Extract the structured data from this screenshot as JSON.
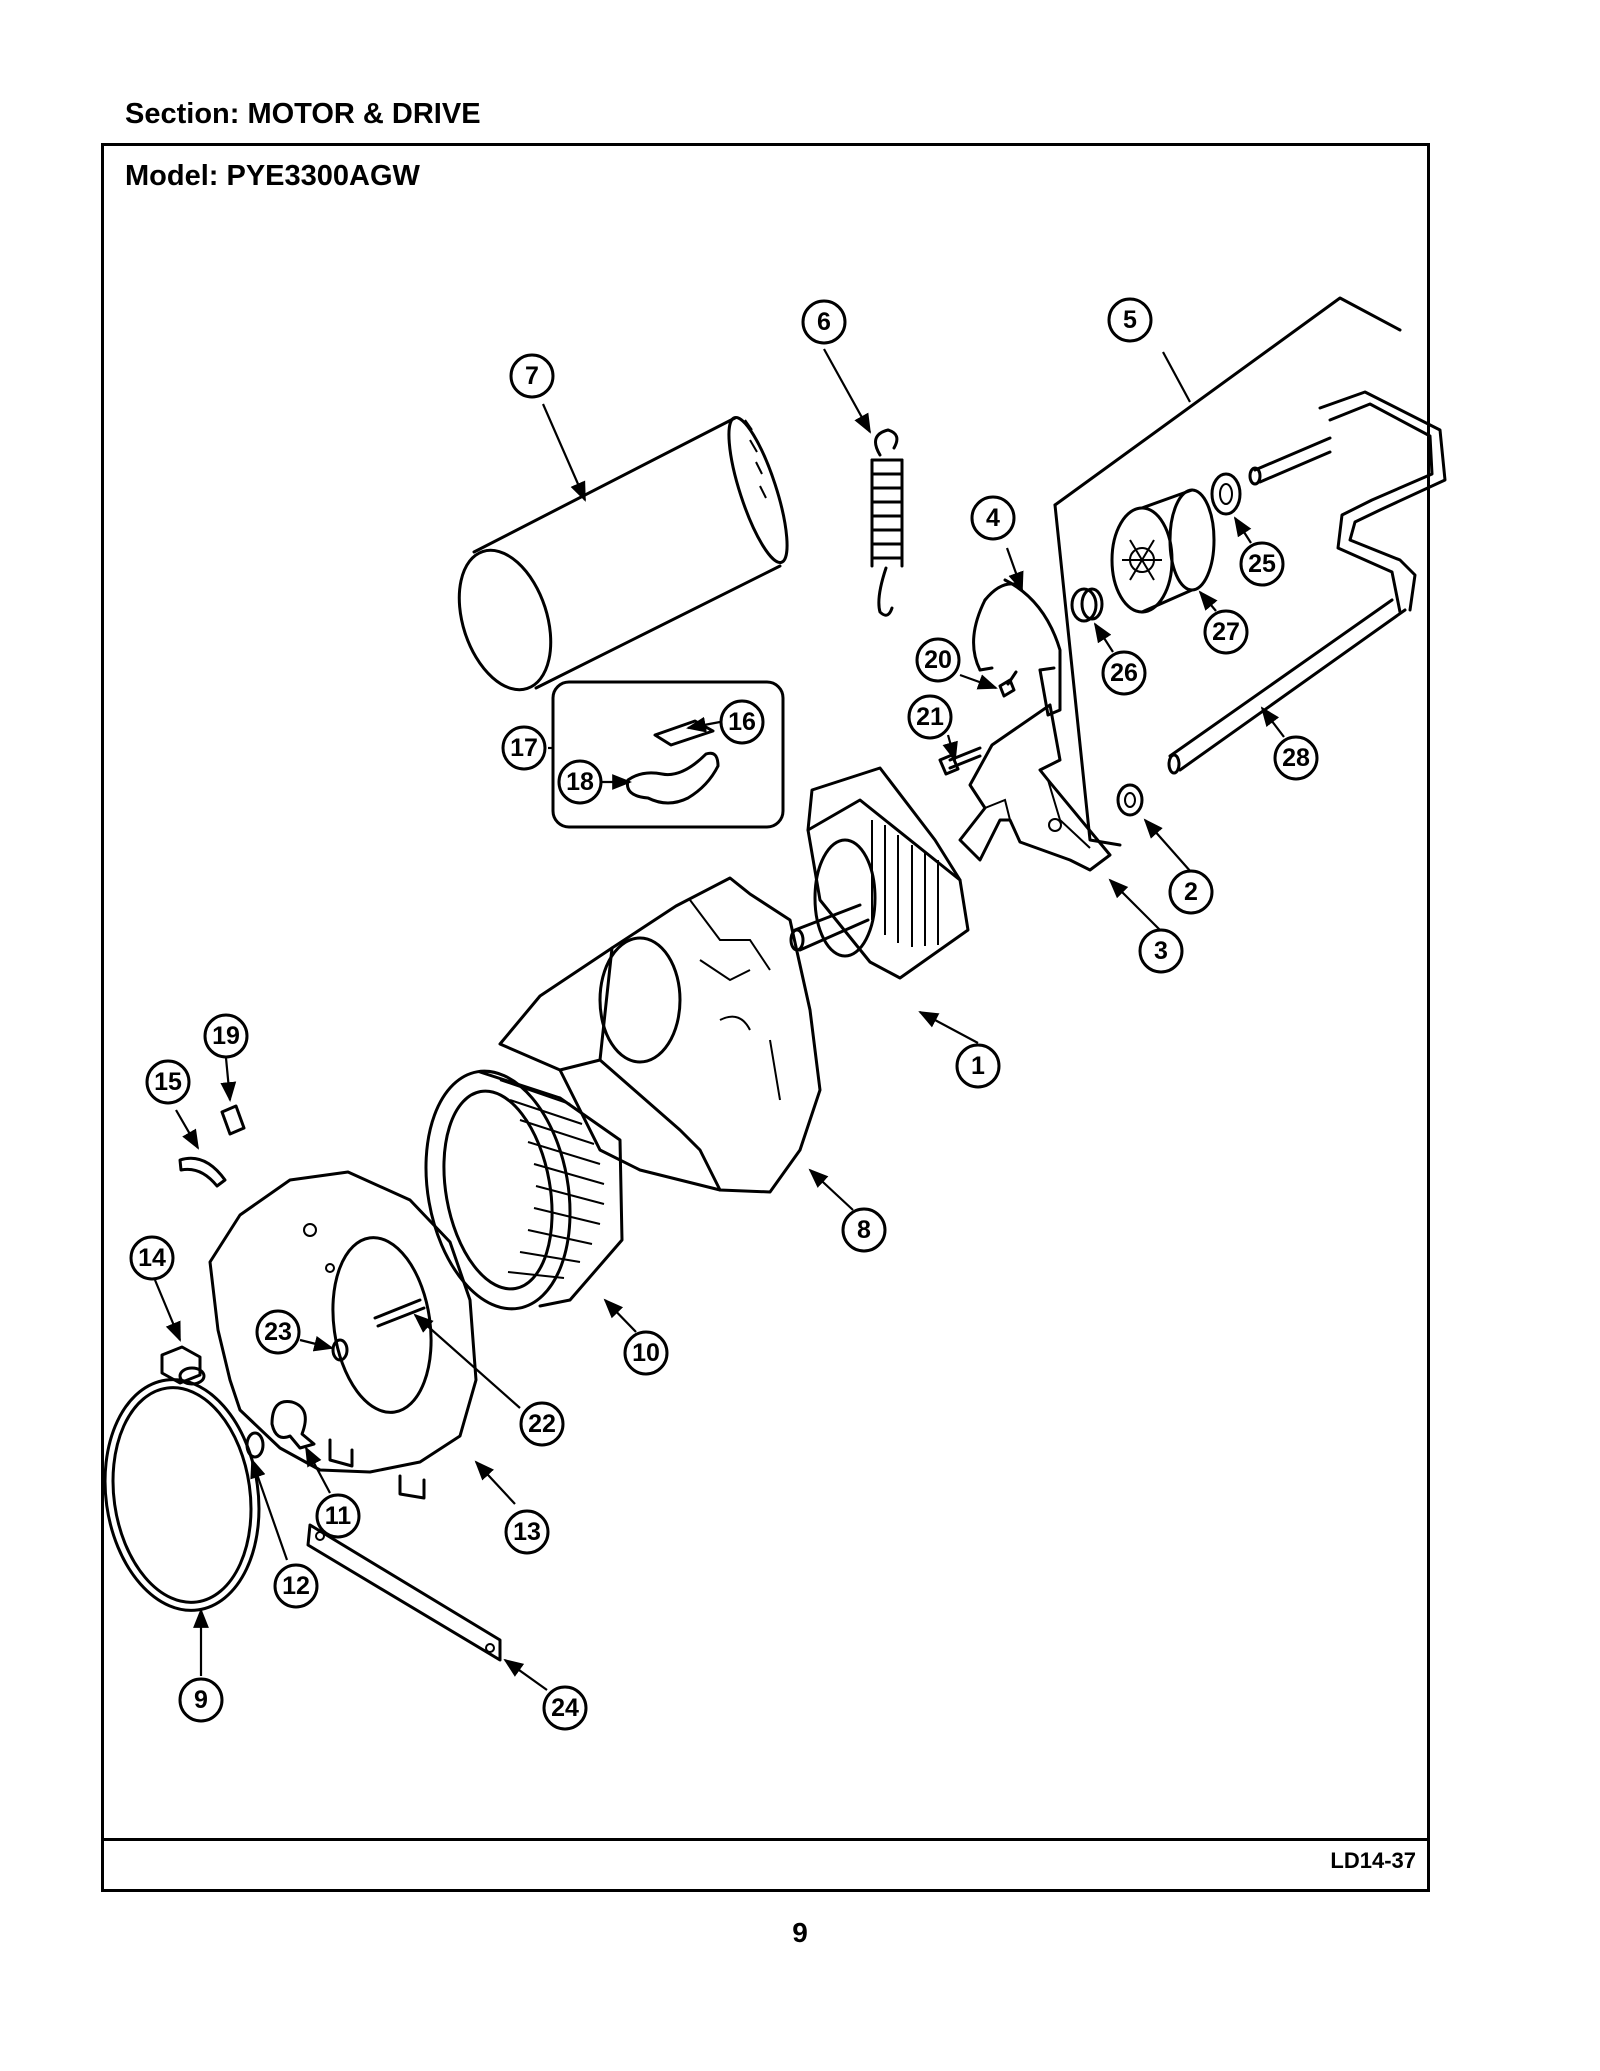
{
  "header": {
    "section": "Section:  MOTOR & DRIVE",
    "model": "Model:  PYE3300AGW"
  },
  "footer": {
    "code": "LD14-37",
    "page": "9"
  },
  "callouts": [
    "1",
    "2",
    "3",
    "4",
    "5",
    "6",
    "7",
    "8",
    "9",
    "10",
    "11",
    "12",
    "13",
    "14",
    "15",
    "16",
    "17",
    "18",
    "19",
    "20",
    "21",
    "22",
    "23",
    "24",
    "25",
    "26",
    "27",
    "28"
  ]
}
